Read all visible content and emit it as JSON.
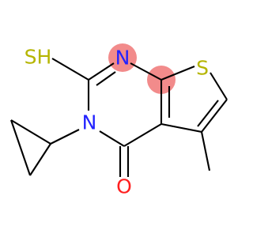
{
  "diagram": {
    "type": "chemical-structure",
    "atoms": {
      "S_thiol": {
        "label": "SH",
        "color": "#b5b500"
      },
      "N_top": {
        "label": "N",
        "color": "#2222ff"
      },
      "S_ring": {
        "label": "S",
        "color": "#b5b500"
      },
      "N_bottom": {
        "label": "N",
        "color": "#2222ff"
      },
      "O_carbonyl": {
        "label": "O",
        "color": "#ff1f1f"
      }
    },
    "highlight_color": "#f28b8b"
  }
}
